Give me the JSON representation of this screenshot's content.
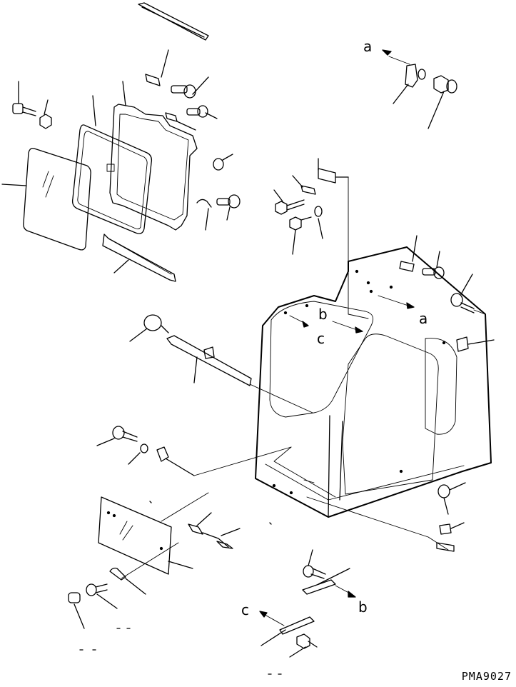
{
  "labels": {
    "a_top": "a",
    "a_cab": "a",
    "b_cab": "b",
    "c_cab": "c",
    "b_bottom": "b",
    "c_bottom": "c"
  },
  "drawing_code": "PMA9027"
}
